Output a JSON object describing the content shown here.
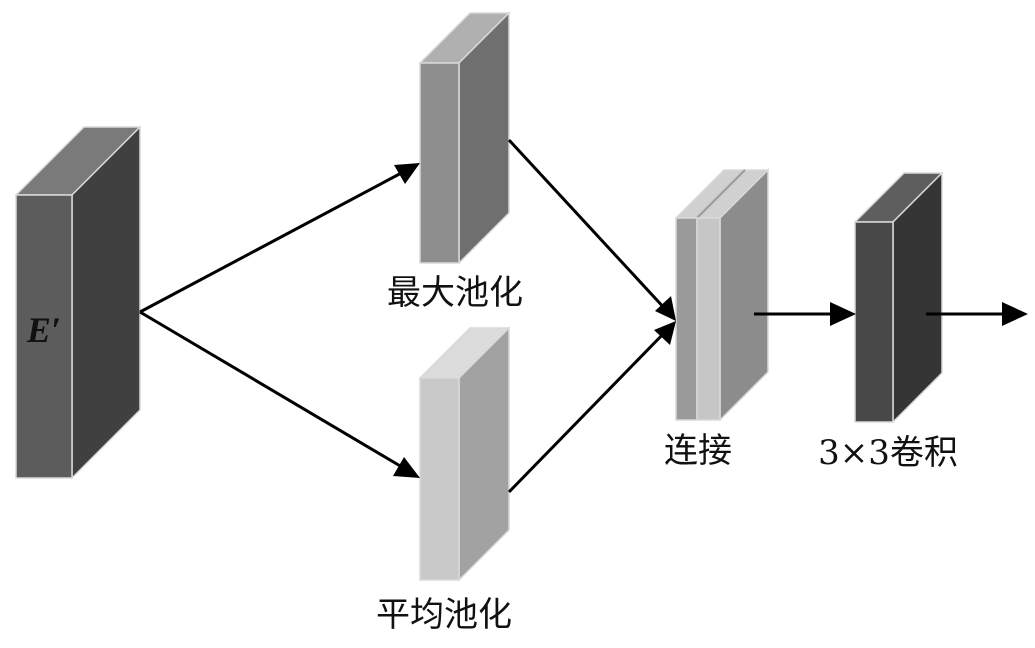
{
  "diagram": {
    "input": {
      "label": "E′"
    },
    "max_pool": {
      "label": "最大池化"
    },
    "avg_pool": {
      "label": "平均池化"
    },
    "concat": {
      "label": "连接"
    },
    "conv": {
      "label": "3×3卷积"
    }
  },
  "colors": {
    "input_front": "#5c5c5c",
    "input_side": "#404040",
    "input_top": "#7a7a7a",
    "max_front": "#8e8e8e",
    "max_side": "#6f6f6f",
    "max_top": "#b0b0b0",
    "avg_front": "#c9c9c9",
    "avg_side": "#a2a2a2",
    "avg_top": "#dcdcdc",
    "concat_a": "#9a9a9a",
    "concat_b": "#c6c6c6",
    "concat_side": "#8c8c8c",
    "conv_front": "#484848",
    "conv_side": "#353535",
    "conv_top": "#5e5e5e",
    "arrow": "#000000"
  }
}
